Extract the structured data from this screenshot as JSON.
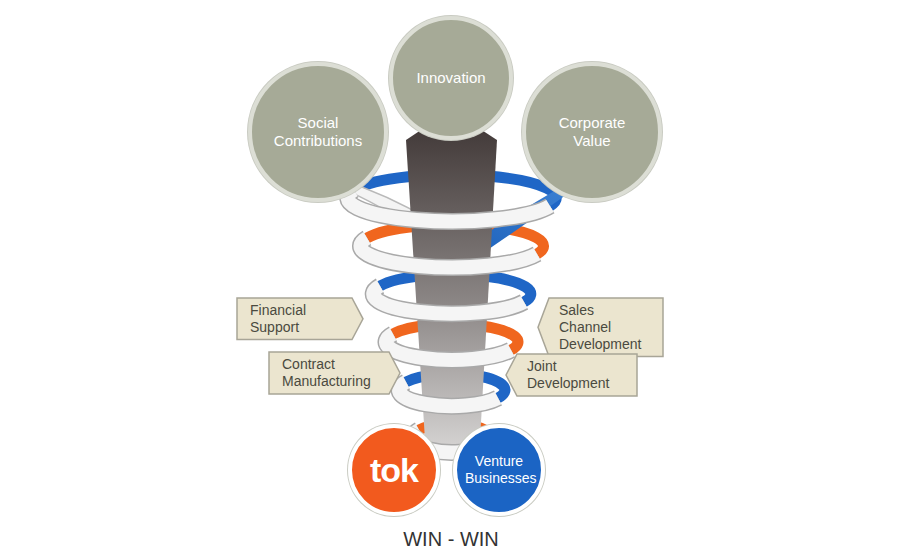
{
  "diagram": {
    "nodes": [
      {
        "text": [
          "Innovation"
        ]
      },
      {
        "text": [
          "Social Contributions"
        ]
      },
      {
        "text": [
          "Corporate Value"
        ]
      },
      {
        "text": [
          "Financial Support"
        ]
      },
      {
        "text": [
          "Sales Channel Development"
        ]
      },
      {
        "text": [
          "Contract Manufacturing"
        ]
      },
      {
        "text": [
          "Joint Development"
        ]
      },
      {
        "text": [
          "tok"
        ]
      },
      {
        "text": [
          "Venture Businesses"
        ]
      }
    ],
    "labels": [
      "WIN - WIN"
    ]
  }
}
